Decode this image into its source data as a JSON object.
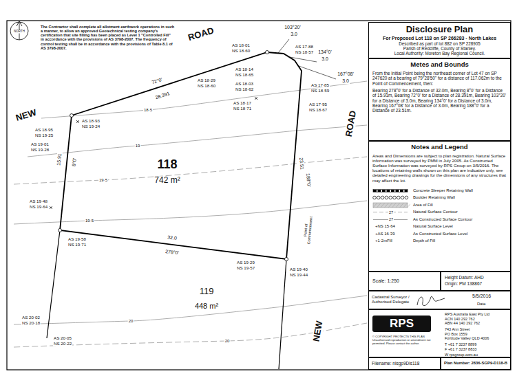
{
  "diagram": {
    "nodes": [
      {
        "text": [
          "Disclosure Plan",
          "For Proposed Lot 118 on SP 266283 - North Lakes",
          "Described as part of lot 882 on SP 228905",
          "Parish of Redcliffe, County of Stanley.",
          "Local Authority: Moreton Bay Regional Council."
        ]
      },
      {
        "text": [
          "Metes and Bounds",
          "From the Initial Point being the northeast corner of Lot 47 on SP 247620 at a bearing of 79°28'50\" for a distance of 117.062m to the Point of Commencement, then:",
          "Bearing 278°0' for a Distance of 32.0m, Bearing 8°0' for a Distance of 15.91m, Bearing 72°0' for a Distance of 28.391m, Bearing 103°20' for a Distance of 3.0m, Bearing 134°0' for a Distance of 3.0m, Bearing 167°08' for a Distance of 3.0m, Bearing 188°0' for a Distance of 23.51m."
        ]
      },
      {
        "text": [
          "Notes and Legend",
          "Areas and Dimensions are subject to plan registration. Natural Surface information was surveyed by PMM in July 2005. As Constructed Surface Information was surveyed by RPS Group on 3/5/2016. The locations of retaining walls shown on this plan are indicative only, see detailed engineering drawings for the dimensions of any structures that may affect the lot."
        ]
      },
      {
        "text": [
          "Scale: 1:250"
        ]
      },
      {
        "text": [
          "Height Datum: AHD",
          "Origin: PM 138867"
        ]
      },
      {
        "text": [
          "Cadastral Surveyor / Authorised Delegate",
          "5/5/2016",
          "Date"
        ]
      },
      {
        "text": [
          "RPS Australia East Pty Ltd",
          "ACN 140 292 762",
          "ABN 44 140 292 762",
          "743 Ann Street",
          "PO Box 1559",
          "Fortitude Valley QLD 4006",
          "T +61 7 3237 8899",
          "F +61 7 3237 8833",
          "W rpsgroup.com.au",
          "© COPYRIGHT PROTECTS THIS PLAN Unauthorised reproduction or amendment not permitted. Please contact the author."
        ]
      },
      {
        "text": [
          "RPS"
        ],
        "in": 6
      },
      {
        "text": [
          "Filename: nlsgp9Dls118"
        ]
      },
      {
        "text": [
          "Plan Number: 2836-SGP9-D118-B"
        ]
      }
    ],
    "labels": [
      "The Contractor shall complete all allotment earthwork operations in such a manner, to allow an approved Geotechnical testing company's certification that site filling has been placed as Level 1 \"Controlled Fill\" in accordance with the provisions of AS 3798-2007. The frequency of control testing shall be in accordance with the provisions of Table 8.1 of AS 3798-2007.",
      "NORTH",
      "ROAD",
      "NEW",
      "ROAD",
      "NEW",
      "118",
      "742 m²",
      "119",
      "448 m²",
      "72°0'",
      "28.391",
      "15.91",
      "8°0'",
      "32.0",
      "278°0'",
      "23.51",
      "188°0'",
      "103°20'",
      "3.0",
      "134°0'",
      "3.0",
      "167°08'",
      "3.0",
      "Point of Commencement",
      "AS 18·01",
      "NS 18·60",
      "AS 18·29",
      "NS 18·60",
      "AS 18·14",
      "NS 18·65",
      "AS 18·03",
      "NS 18·62",
      "AS 18·17",
      "NS 18·71",
      "AS 17·88",
      "NS 18·57",
      "AS 17·85",
      "NS 18·59",
      "AS 17·95",
      "NS 18·67",
      "AS 18·95",
      "NS 19·25",
      "AS 18·93",
      "NS 19·24",
      "AS 19·01",
      "NS 19·28",
      "AS 19·48",
      "NS 19·64",
      "AS 19·58",
      "NS 19·71",
      "AS 19·29",
      "NS 19·57",
      "AS 19·40",
      "NS 19·44",
      "AS 20·02",
      "NS 20·18",
      "AS 20·05",
      "NS 20·22",
      "18·5",
      "19",
      "19·5",
      "19·5",
      "20",
      "20",
      "27",
      "27",
      "+NS 15·64",
      "+AS 16·39",
      "+1·2mFill"
    ],
    "legend": [
      {
        "text": "Concrete Sleeper Retaining Wall"
      },
      {
        "text": "Boulder Retaining Wall"
      },
      {
        "text": "Area of Fill"
      },
      {
        "text": "Natural Surface Contour"
      },
      {
        "text": "As Constructed Surface Contour"
      },
      {
        "text": "Natural Surface Level"
      },
      {
        "text": "As Constructed Surface Level"
      },
      {
        "text": "Depth of Fill"
      }
    ]
  }
}
